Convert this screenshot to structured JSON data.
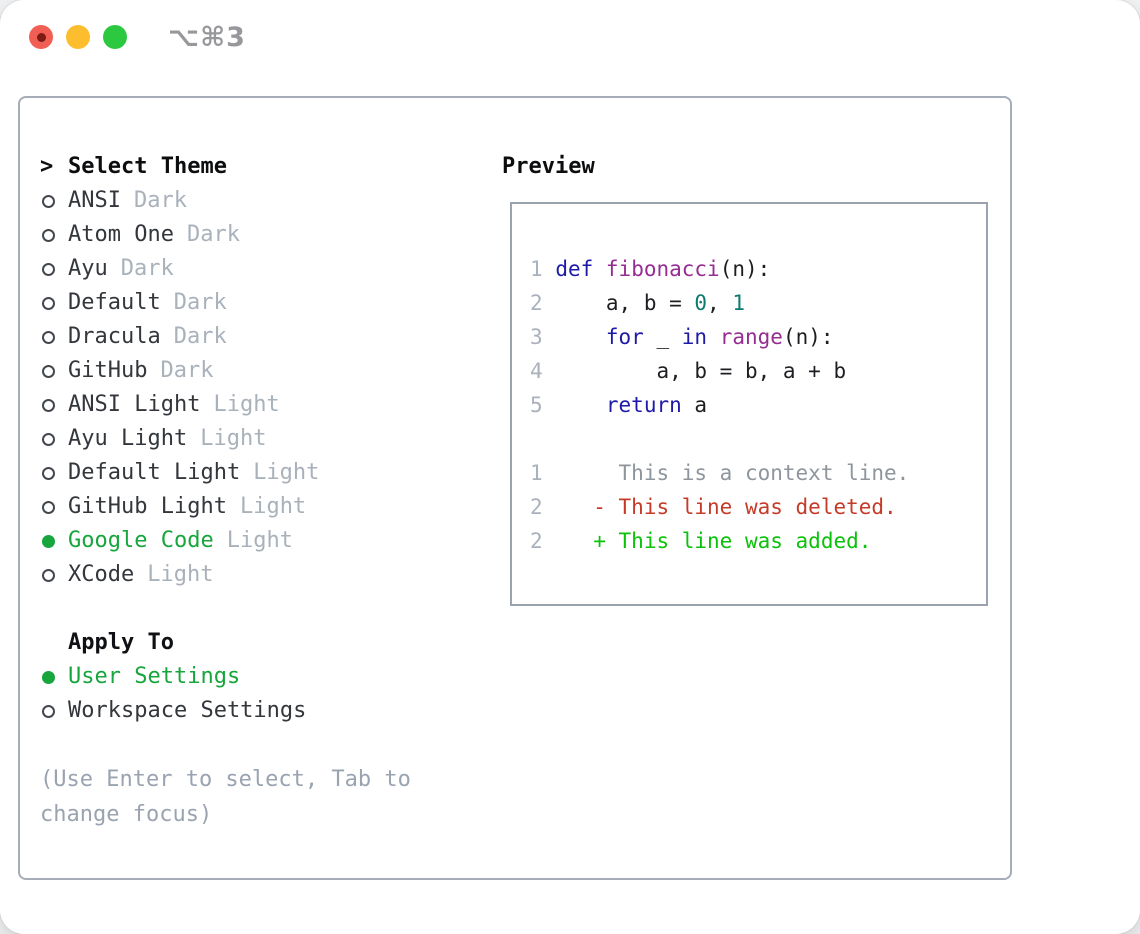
{
  "window": {
    "title": "⌥⌘3",
    "traffic_lights": {
      "close": "red",
      "minimize": "yellow",
      "zoom": "green"
    }
  },
  "theme_list": {
    "header_marker": ">",
    "header": "Select Theme",
    "items": [
      {
        "name": "ANSI",
        "variant": "Dark",
        "selected": false
      },
      {
        "name": "Atom One",
        "variant": "Dark",
        "selected": false
      },
      {
        "name": "Ayu",
        "variant": "Dark",
        "selected": false
      },
      {
        "name": "Default",
        "variant": "Dark",
        "selected": false
      },
      {
        "name": "Dracula",
        "variant": "Dark",
        "selected": false
      },
      {
        "name": "GitHub",
        "variant": "Dark",
        "selected": false
      },
      {
        "name": "ANSI Light",
        "variant": "Light",
        "selected": false
      },
      {
        "name": "Ayu Light",
        "variant": "Light",
        "selected": false
      },
      {
        "name": "Default Light",
        "variant": "Light",
        "selected": false
      },
      {
        "name": "GitHub Light",
        "variant": "Light",
        "selected": false
      },
      {
        "name": "Google Code",
        "variant": "Light",
        "selected": true
      },
      {
        "name": "XCode",
        "variant": "Light",
        "selected": false
      }
    ]
  },
  "apply_to": {
    "header": "Apply To",
    "options": [
      {
        "label": "User Settings",
        "selected": true
      },
      {
        "label": "Workspace Settings",
        "selected": false
      }
    ]
  },
  "footer_hint": "(Use Enter to select, Tab to change focus)",
  "preview": {
    "title": "Preview",
    "code_lines": [
      {
        "num": "1",
        "tokens": [
          {
            "c": "kwd",
            "t": "def"
          },
          {
            "c": "pln",
            "t": " "
          },
          {
            "c": "typ",
            "t": "fibonacci"
          },
          {
            "c": "pln",
            "t": "(n):"
          }
        ]
      },
      {
        "num": "2",
        "tokens": [
          {
            "c": "pln",
            "t": "    a, b = "
          },
          {
            "c": "lit",
            "t": "0"
          },
          {
            "c": "pln",
            "t": ", "
          },
          {
            "c": "lit",
            "t": "1"
          }
        ]
      },
      {
        "num": "3",
        "tokens": [
          {
            "c": "pln",
            "t": "    "
          },
          {
            "c": "kwd",
            "t": "for"
          },
          {
            "c": "pln",
            "t": " _ "
          },
          {
            "c": "kwd",
            "t": "in"
          },
          {
            "c": "pln",
            "t": " "
          },
          {
            "c": "typ",
            "t": "range"
          },
          {
            "c": "pln",
            "t": "(n):"
          }
        ]
      },
      {
        "num": "4",
        "tokens": [
          {
            "c": "pln",
            "t": "        a, b = b, a + b"
          }
        ]
      },
      {
        "num": "5",
        "tokens": [
          {
            "c": "pln",
            "t": "    "
          },
          {
            "c": "kwd",
            "t": "return"
          },
          {
            "c": "pln",
            "t": " a"
          }
        ]
      }
    ],
    "diff_lines": [
      {
        "num": "1",
        "kind": "ctx",
        "text": "     This is a context line."
      },
      {
        "num": "2",
        "kind": "del",
        "text": "   - This line was deleted."
      },
      {
        "num": "2",
        "kind": "add",
        "text": "   + This line was added."
      }
    ]
  },
  "colors": {
    "selection_green": "#17a63c",
    "keyword_blue": "#1e1aa8",
    "type_purple": "#952d92",
    "literal_teal": "#0d7a70",
    "diff_deleted_red": "#c53b28",
    "diff_added_green": "#0bc20b",
    "muted_gray": "#a9b1bb",
    "panel_border": "#a6adb8"
  }
}
